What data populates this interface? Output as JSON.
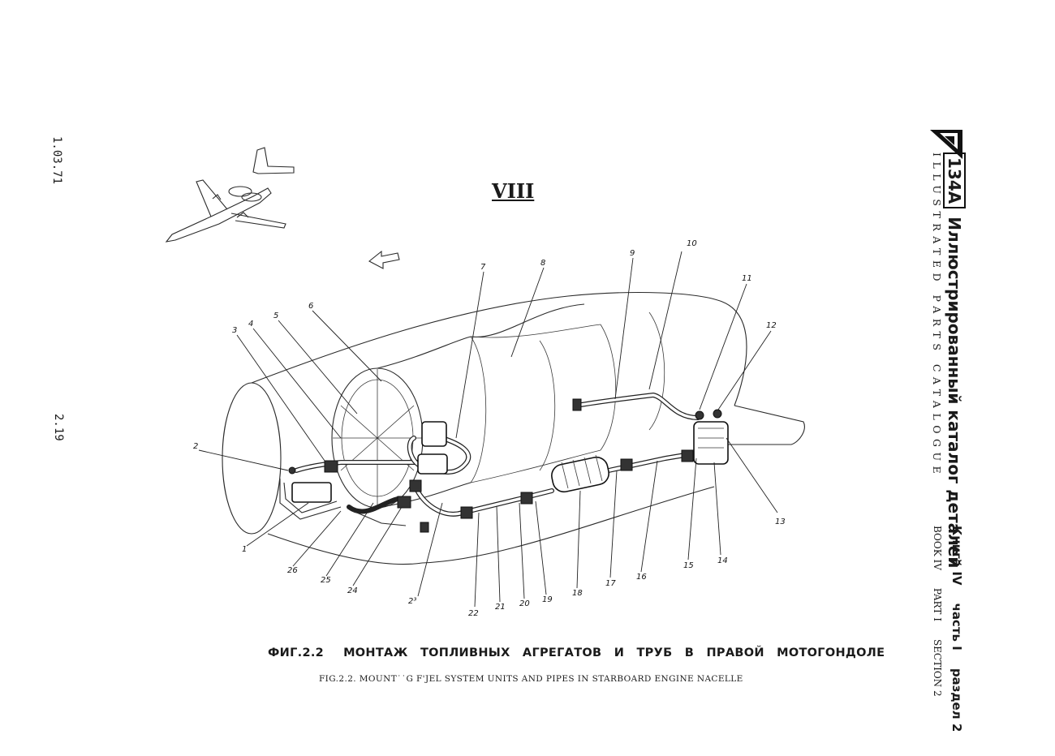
{
  "header": {
    "model": "134A",
    "title_ru": "Иллюстрированный каталог деталей",
    "subtitle_en": "ILLUSTRATED PARTS CATALOGUE",
    "book_ru": "Книга IV",
    "part_ru": "часть I",
    "section_ru": "раздел 2",
    "book_en": "BOOK IV",
    "part_en": "PART I",
    "section_en": "SECTION 2"
  },
  "page": {
    "date_code": "1.03.71",
    "page_number": "2.19",
    "view": "VIII"
  },
  "figure": {
    "number_ru": "ФИГ.2.2",
    "title_ru": "МОНТАЖ ТОПЛИВНЫХ АГРЕГАТОВ И ТРУБ В ПРАВОЙ МОТОГОНДОЛЕ",
    "caption_en": "FIG.2.2. MOUNT˙˙G F'JEL SYSTEM UNITS AND PIPES IN STARBOARD  ENGINE NACELLE"
  },
  "callouts": [
    "1",
    "2",
    "3",
    "4",
    "5",
    "6",
    "7",
    "8",
    "9",
    "10",
    "11",
    "12",
    "13",
    "14",
    "15",
    "16",
    "17",
    "18",
    "19",
    "20",
    "21",
    "22",
    "2³",
    "24",
    "25",
    "26"
  ],
  "icons": [
    "aircraft-locator-icon",
    "direction-arrow-icon",
    "manufacturer-logo-icon"
  ]
}
